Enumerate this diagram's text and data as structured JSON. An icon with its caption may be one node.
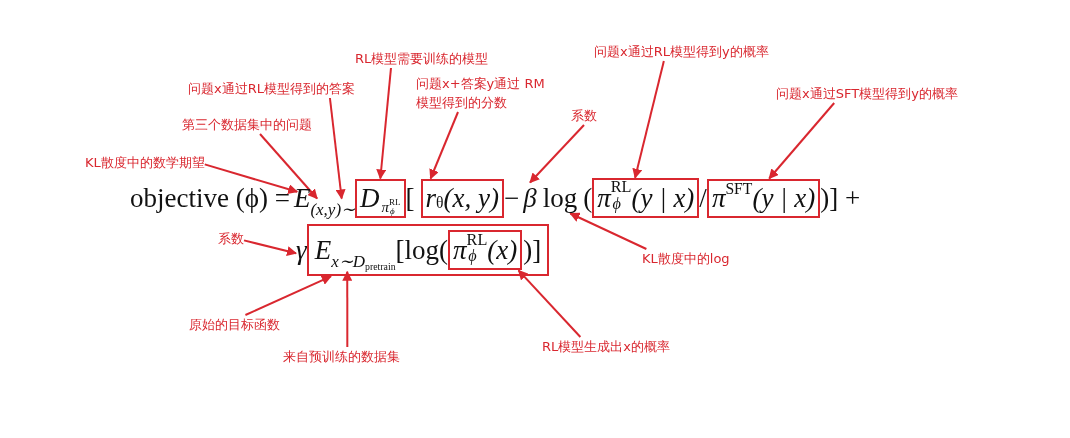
{
  "diagram": {
    "nodes": [
      {
        "text": [
          "KL散度中的数学期望"
        ]
      },
      {
        "text": [
          "第三个数据集中的问题"
        ]
      },
      {
        "text": [
          "问题x通过RL模型得到的答案"
        ]
      },
      {
        "text": [
          "RL模型需要训练的模型"
        ]
      },
      {
        "text": [
          "问题x+答案y通过 RM模型得到的分数"
        ]
      },
      {
        "text": [
          "系数"
        ]
      },
      {
        "text": [
          "问题x通过RL模型得到y的概率"
        ]
      },
      {
        "text": [
          "问题x通过SFT模型得到y的概率"
        ]
      },
      {
        "text": [
          "系数"
        ]
      },
      {
        "text": [
          "原始的目标函数"
        ]
      },
      {
        "text": [
          "来自预训练的数据集"
        ]
      },
      {
        "text": [
          "RL模型生成出x的概率"
        ]
      },
      {
        "text": [
          "KL散度中的log"
        ]
      },
      {
        "text": [
          "E"
        ]
      },
      {
        "text": [
          "(x,y)∼"
        ]
      },
      {
        "text": [
          "D",
          "π$^{RL}$$_{ϕ}$"
        ]
      },
      {
        "text": [
          "r$_{θ}$(x, y)"
        ]
      },
      {
        "text": [
          "β"
        ]
      },
      {
        "text": [
          "log"
        ]
      },
      {
        "text": [
          "π$^{RL}$$_{ϕ}$(y | x)"
        ]
      },
      {
        "text": [
          "π$^{SFT}$(y | x)"
        ]
      },
      {
        "text": [
          "γ"
        ]
      },
      {
        "text": [],
        "shape": "box"
      },
      {
        "text": [
          "E"
        ],
        "in": 22
      },
      {
        "text": [
          "x∼D$_{pretrain}$"
        ],
        "in": 22
      },
      {
        "text": [
          "π$^{RL}$$_{ϕ}$(x)"
        ],
        "in": 22
      }
    ],
    "edges": [
      {
        "from": 0,
        "to": 13,
        "arrow": "to"
      },
      {
        "from": 1,
        "to": 14,
        "arrow": "to"
      },
      {
        "from": 2,
        "to": 14,
        "arrow": "to"
      },
      {
        "from": 3,
        "to": 15,
        "arrow": "to"
      },
      {
        "from": 4,
        "to": 16,
        "arrow": "to"
      },
      {
        "from": 5,
        "to": 17,
        "arrow": "to"
      },
      {
        "from": 6,
        "to": 19,
        "arrow": "to"
      },
      {
        "from": 7,
        "to": 20,
        "arrow": "to"
      },
      {
        "from": 12,
        "to": 18,
        "arrow": "to"
      },
      {
        "from": 8,
        "to": 21,
        "arrow": "to"
      },
      {
        "from": 9,
        "to": 22,
        "arrow": "to"
      },
      {
        "from": 10,
        "to": 24,
        "arrow": "to"
      },
      {
        "from": 11,
        "to": 25,
        "arrow": "to"
      }
    ],
    "labels": [
      "objective (ϕ) =",
      "[",
      "−",
      "(",
      "/",
      ")] +",
      "[log(",
      ")]"
    ]
  }
}
